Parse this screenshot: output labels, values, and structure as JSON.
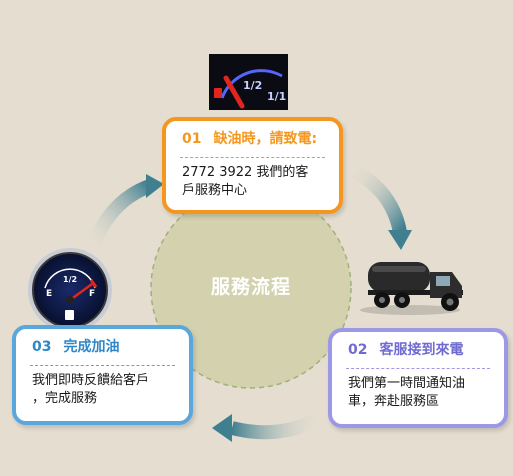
{
  "center": {
    "title": "服務流程"
  },
  "steps": [
    {
      "num": "01",
      "title": "缺油時，請致電:",
      "lines": [
        "2772 3922 我們的客",
        "戶服務中心"
      ]
    },
    {
      "num": "02",
      "title": "客服接到來電",
      "lines": [
        "我們第一時間通知油",
        "車，奔赴服務區"
      ]
    },
    {
      "num": "03",
      "title": "完成加油",
      "lines": [
        "我們即時反饋給客戶",
        "，完成服務"
      ]
    }
  ],
  "gauge_top": {
    "labels": [
      "1/2",
      "1/1"
    ]
  },
  "gauge_left": {
    "labels": [
      "E",
      "1/2",
      "F"
    ]
  },
  "colors": {
    "step1": "#f5971e",
    "step2": "#9d98e6",
    "step3": "#5aa7dc",
    "circle": "#d3d1ae",
    "arrow": "#4e8b9a"
  },
  "icons": [
    "fuel-gauge-empty-icon",
    "tanker-truck-icon",
    "fuel-gauge-icon"
  ]
}
